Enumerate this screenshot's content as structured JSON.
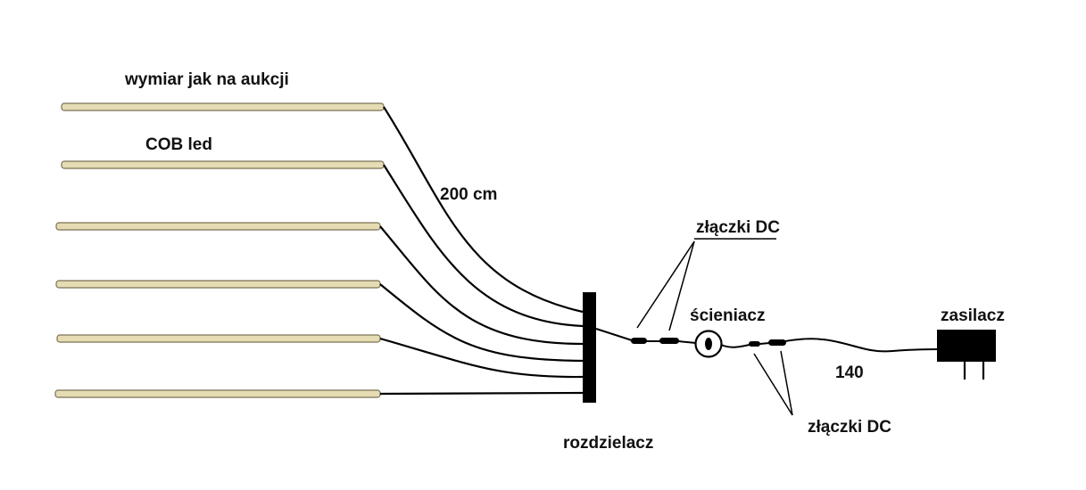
{
  "labels": {
    "dimension_note": "wymiar jak na aukcji",
    "strip_type": "COB led",
    "cable_length": "200 cm",
    "splitter": "rozdzielacz",
    "connectors_top": "złączki DC",
    "reducer": "ścieniacz",
    "power_cable_length": "140",
    "connectors_bottom": "złączki DC",
    "power_supply": "zasilacz"
  },
  "colors": {
    "strip_fill": "#e6dcb4",
    "strip_outline": "#7a7155",
    "wire": "#000000",
    "background": "#ffffff"
  }
}
